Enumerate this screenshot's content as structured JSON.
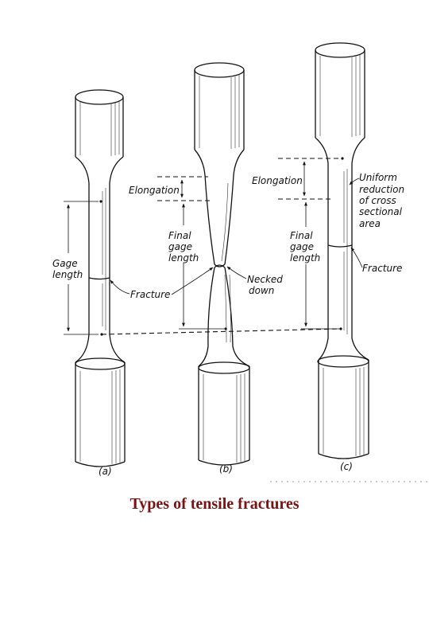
{
  "caption": "Types of tensile fractures",
  "colors": {
    "caption": "#7a1212",
    "ink": "#111111"
  },
  "labels": {
    "a": {
      "gage_length_1": "Gage",
      "gage_length_2": "length",
      "fracture": "Fracture",
      "sub": "(a)"
    },
    "b": {
      "elongation": "Elongation",
      "final_1": "Final",
      "final_2": "gage",
      "final_3": "length",
      "necked_1": "Necked",
      "necked_2": "down",
      "sub": "(b)"
    },
    "c": {
      "elongation": "Elongation",
      "final_1": "Final",
      "final_2": "gage",
      "final_3": "length",
      "uniform_1": "Uniform",
      "uniform_2": "reduction",
      "uniform_3": "of cross",
      "uniform_4": "sectional",
      "uniform_5": "area",
      "fracture": "Fracture",
      "sub": "(c)"
    }
  }
}
